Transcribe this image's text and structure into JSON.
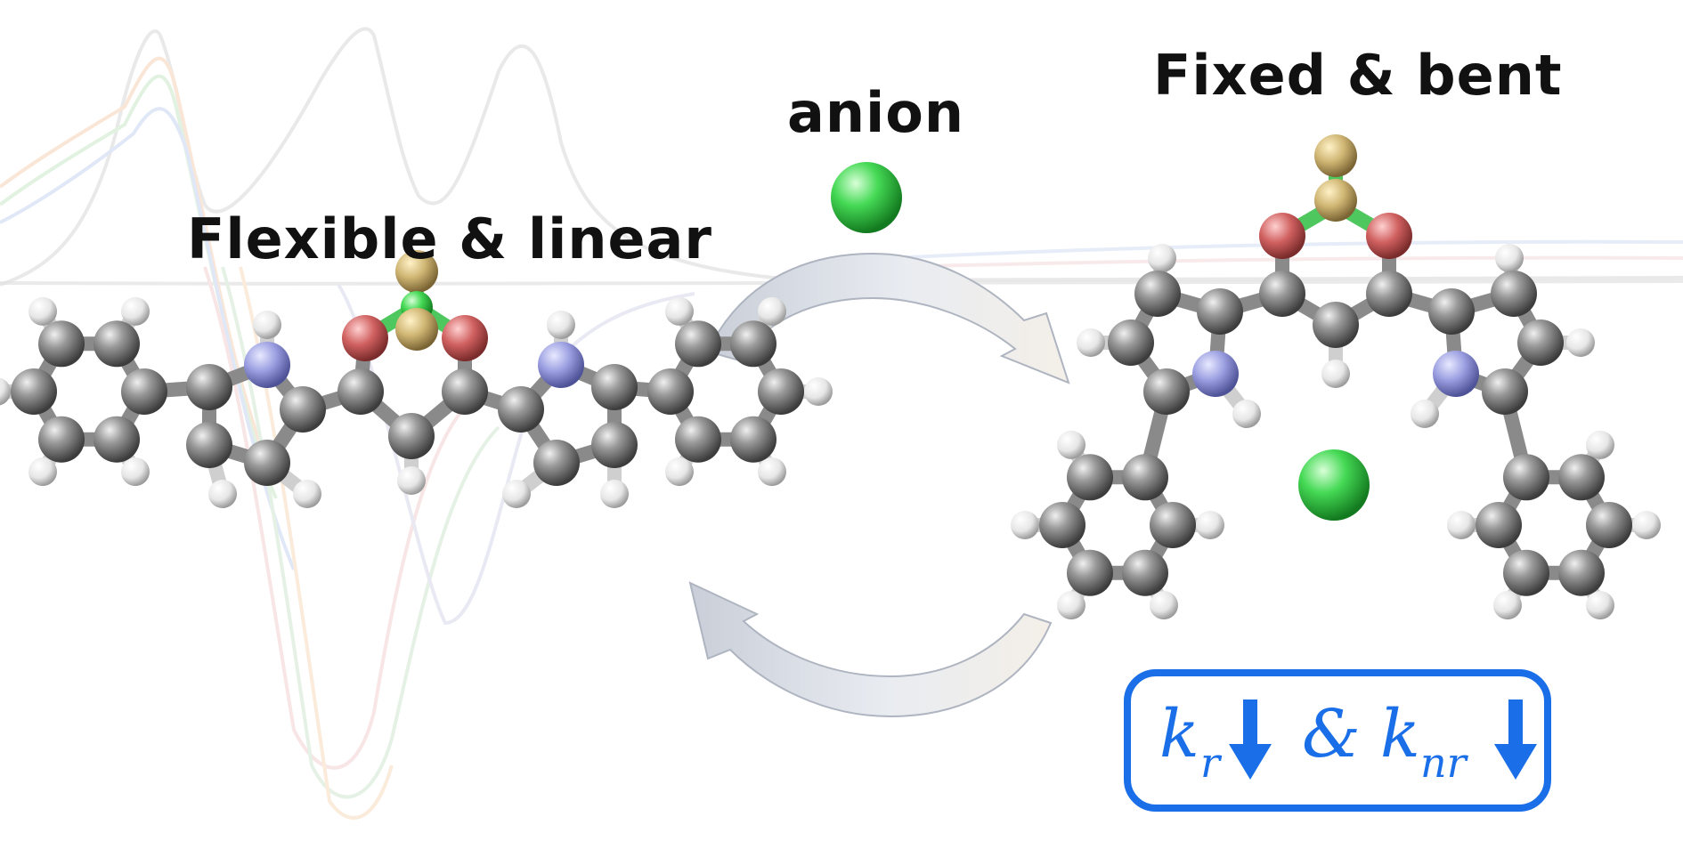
{
  "labels": {
    "left": "Flexible & linear",
    "anion": "anion",
    "right": "Fixed & bent"
  },
  "rates": {
    "k": "k",
    "sub1": "r",
    "amp": "&",
    "sub2": "nr"
  },
  "colors": {
    "carbon": "#8c8c8c",
    "hydrogen": "#f4f4f4",
    "nitrogen": "#8f93d6",
    "oxygen": "#c85a5a",
    "boron": "#5fcf5f",
    "fluorine": "#c8b070",
    "anion": "#45d955",
    "accent": "#1a6fe8"
  }
}
